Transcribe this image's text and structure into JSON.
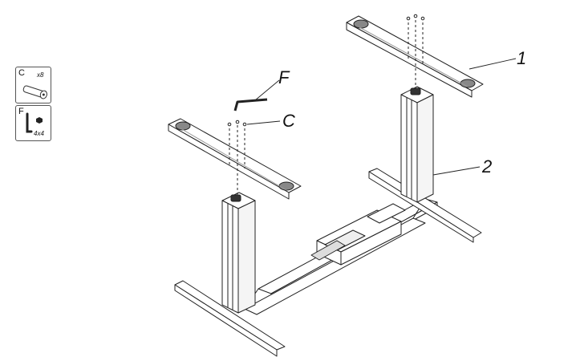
{
  "parts": [
    {
      "letter": "C",
      "qty": "x8",
      "icon": "bolt-icon"
    },
    {
      "letter": "F",
      "qty": "4x4",
      "icon": "hex-key-icon"
    }
  ],
  "callouts": {
    "one": "1",
    "two": "2",
    "c": "C",
    "f": "F"
  }
}
